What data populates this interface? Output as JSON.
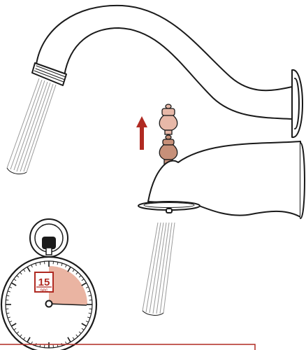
{
  "figure": {
    "subject": "faucet-diverter-instruction",
    "colors": {
      "line": "#1a1a1a",
      "diverter_knob_lifted": "#e7b8a8",
      "diverter_knob_down": "#c79079",
      "arrow": "#b02a22",
      "timer_wedge": "#eab4a2",
      "timer_accent": "#b02a22",
      "water": "#9a9a9a",
      "frame": "#b02a22"
    },
    "icons": [
      "faucet-spout-icon",
      "tub-spout-icon",
      "diverter-knob-icon",
      "up-arrow-icon",
      "stopwatch-icon"
    ]
  },
  "timer": {
    "value": "15",
    "unit": "sec",
    "elapsed_fraction": 0.25
  }
}
